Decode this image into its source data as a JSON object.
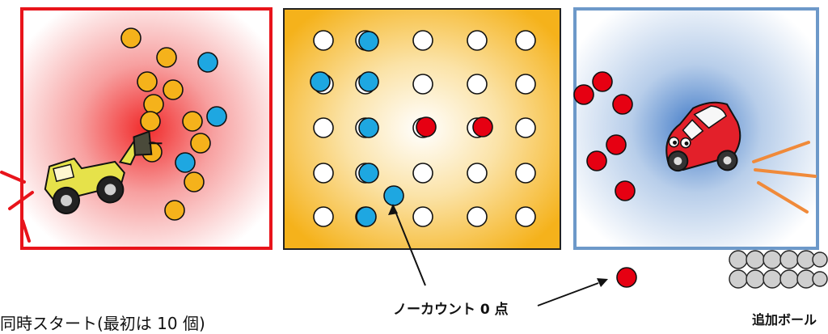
{
  "captions": {
    "simultaneous_start": "同時スタート(最初は 10 個)",
    "no_count": "ノーカウント 0 点",
    "extra_balls": "追加ボール"
  },
  "colors": {
    "left_border": "#e8141b",
    "middle_border": "#222222",
    "right_border": "#6d99c9",
    "orange_ball": "#f5b21b",
    "blue_ball": "#1ea7e1",
    "red_ball": "#e60012",
    "white_ball": "#ffffff",
    "gray_ball": "#cfcfcf",
    "car_body": "#e3202a",
    "tractor_body": "#e6e24a",
    "motion_lines": "#f08a3a"
  },
  "icons": {
    "left_vehicle": "bulldozer-icon",
    "right_vehicle": "car-icon",
    "pointer": "arrow-icon"
  }
}
